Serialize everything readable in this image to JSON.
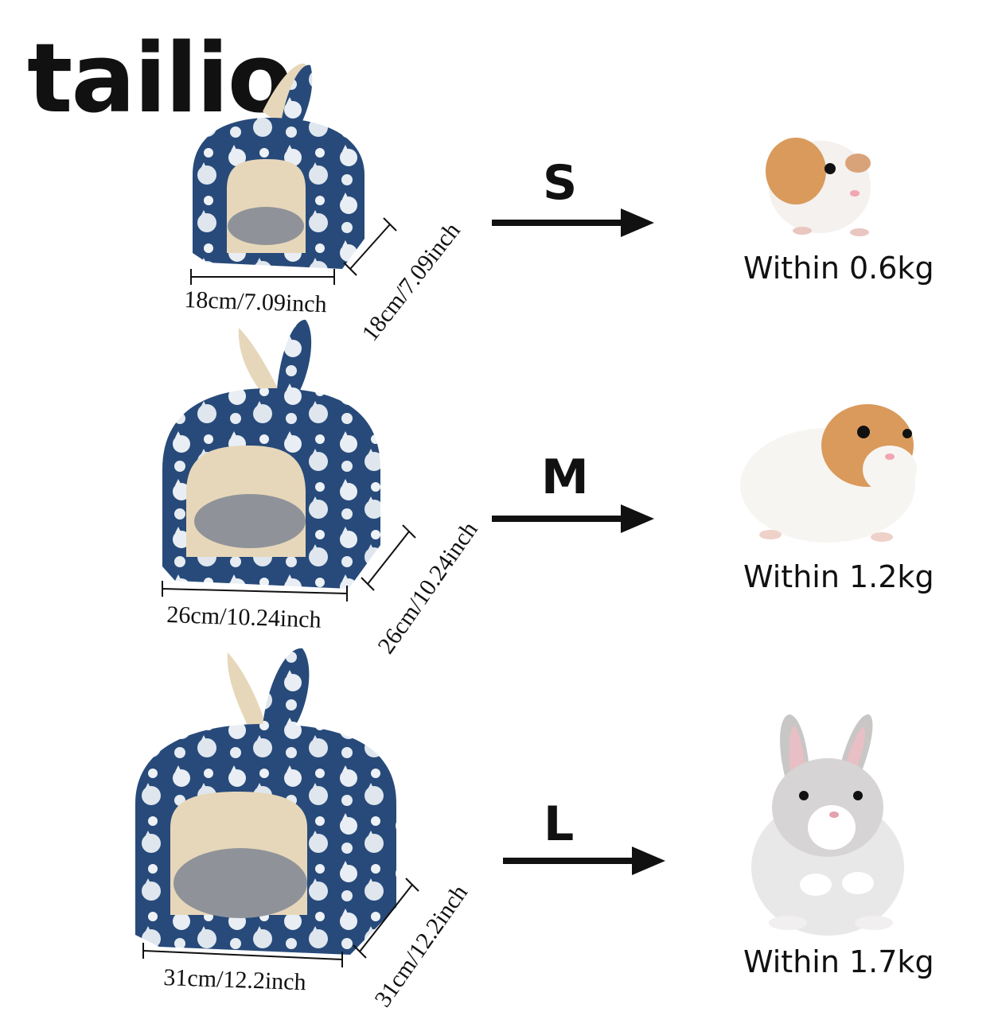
{
  "brand": {
    "logo_text": "tailio"
  },
  "sizes": [
    {
      "label": "S",
      "width_label": "18cm/7.09inch",
      "depth_label": "18cm/7.09inch",
      "weight_label": "Within 0.6kg",
      "pet": "guinea-pig"
    },
    {
      "label": "M",
      "width_label": "26cm/10.24inch",
      "depth_label": "26cm/10.24inch",
      "weight_label": "Within 1.2kg",
      "pet": "guinea-pig"
    },
    {
      "label": "L",
      "width_label": "31cm/12.2inch",
      "depth_label": "31cm/12.2inch",
      "weight_label": "Within 1.7kg",
      "pet": "rabbit"
    }
  ],
  "colors": {
    "bed_fabric": "#274a7a",
    "bed_lining": "#e7d7ba",
    "cushion": "#8f9399",
    "text": "#111111"
  }
}
